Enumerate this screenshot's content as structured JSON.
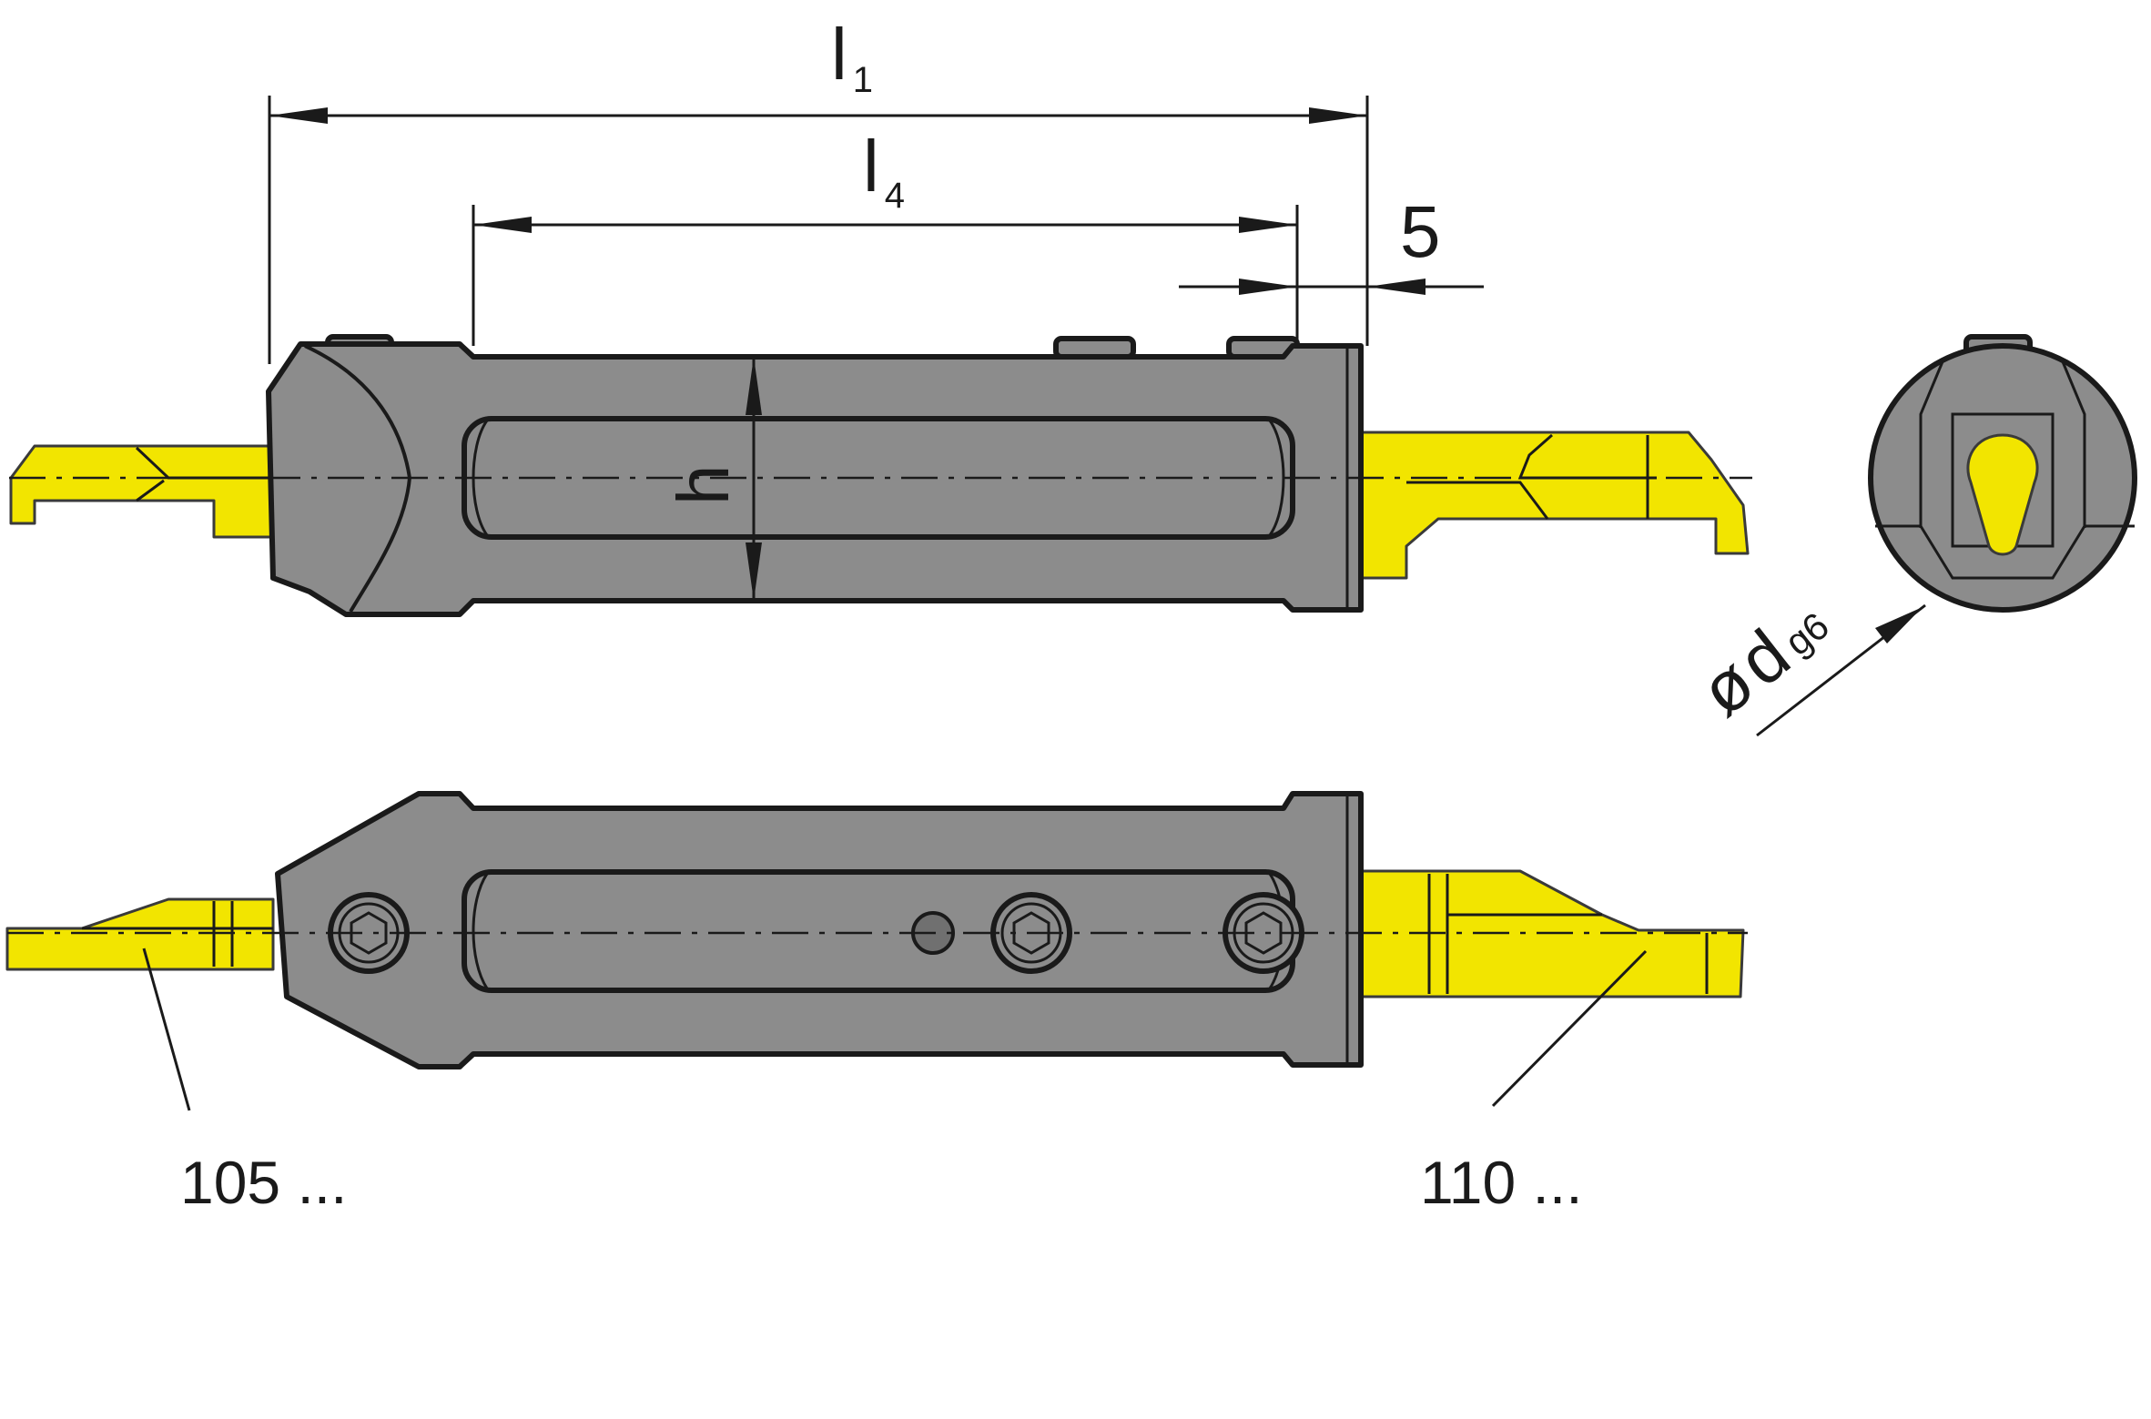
{
  "dimensions": {
    "l1": {
      "main": "l",
      "sub": "1"
    },
    "l4": {
      "main": "l",
      "sub": "4"
    },
    "offset": "5",
    "height": "h",
    "diameter": {
      "prefix": "ø",
      "main": "d",
      "sub": "g6"
    }
  },
  "references": {
    "left": "105 ...",
    "right": "110 ..."
  },
  "colors": {
    "body": "#8c8c8c",
    "insert": "#f2e500",
    "outline": "#1a1a1a"
  }
}
